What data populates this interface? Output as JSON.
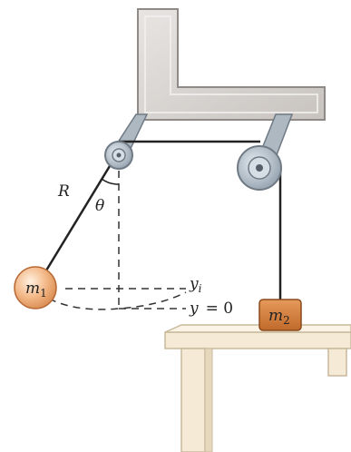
{
  "labels": {
    "radius": "R",
    "angle": "θ",
    "mass1_base": "m",
    "mass1_sub": "1",
    "mass2_base": "m",
    "mass2_sub": "2",
    "yi_base": "y",
    "yi_sub": "i",
    "y0_var": "y",
    "y0_eq": "= 0"
  },
  "colors": {
    "frame_face": "#d9d6d3",
    "frame_edge": "#8f8a86",
    "pulley_face": "#b9c3cc",
    "pulley_edge": "#6f7a85",
    "ball": "#f1b27d",
    "block": "#cf7a3a",
    "table_top": "#f5ead6",
    "table_edge": "#c9b99c",
    "string": "#222222",
    "dashed": "#333333"
  }
}
